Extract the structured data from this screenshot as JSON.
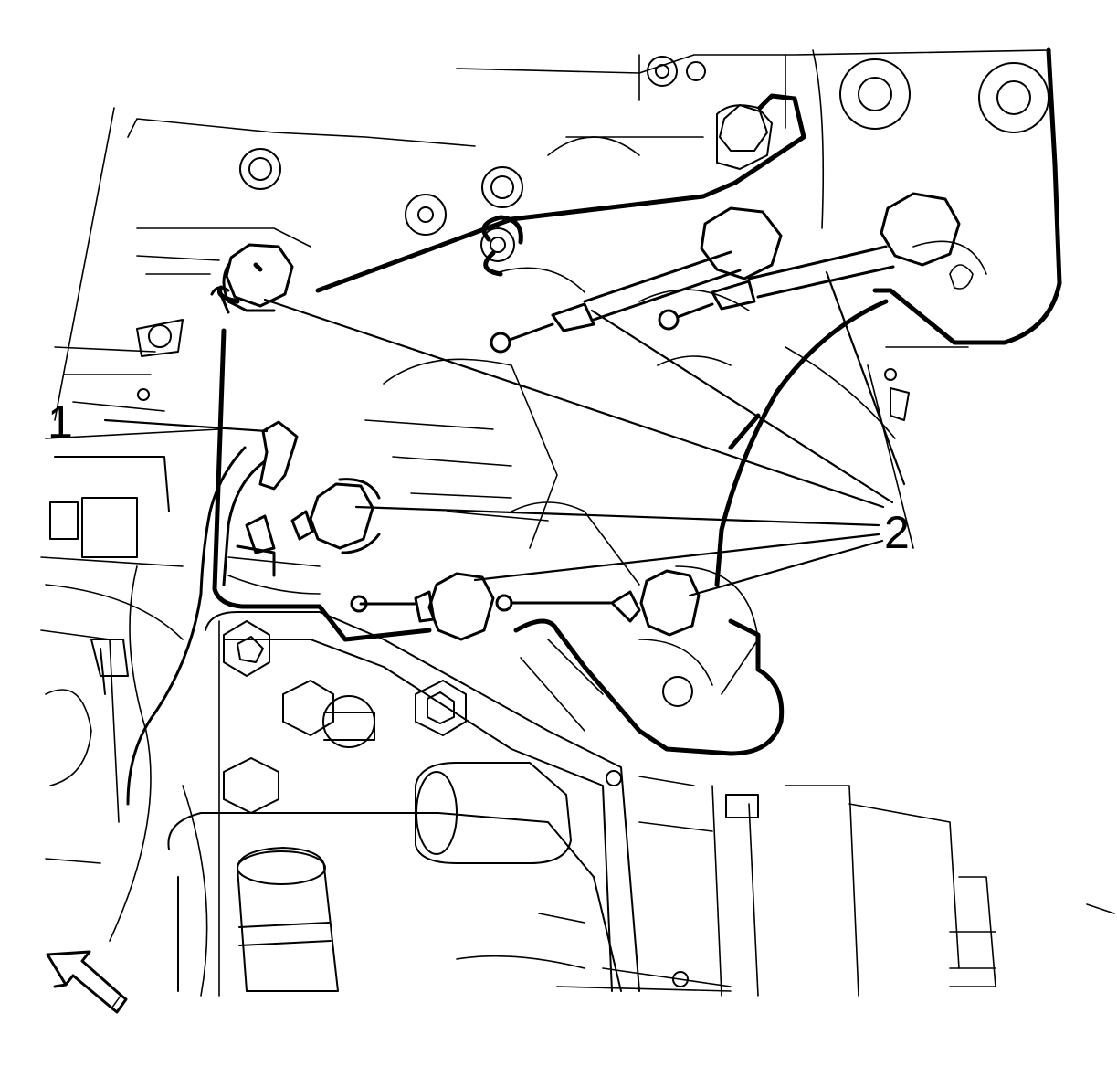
{
  "callouts": [
    {
      "id": "1",
      "text": "1"
    },
    {
      "id": "2",
      "text": "2"
    }
  ],
  "colors": {
    "line": "#000000",
    "background": "#ffffff"
  },
  "icons": {
    "view_arrow": "front-view-arrow-icon"
  }
}
